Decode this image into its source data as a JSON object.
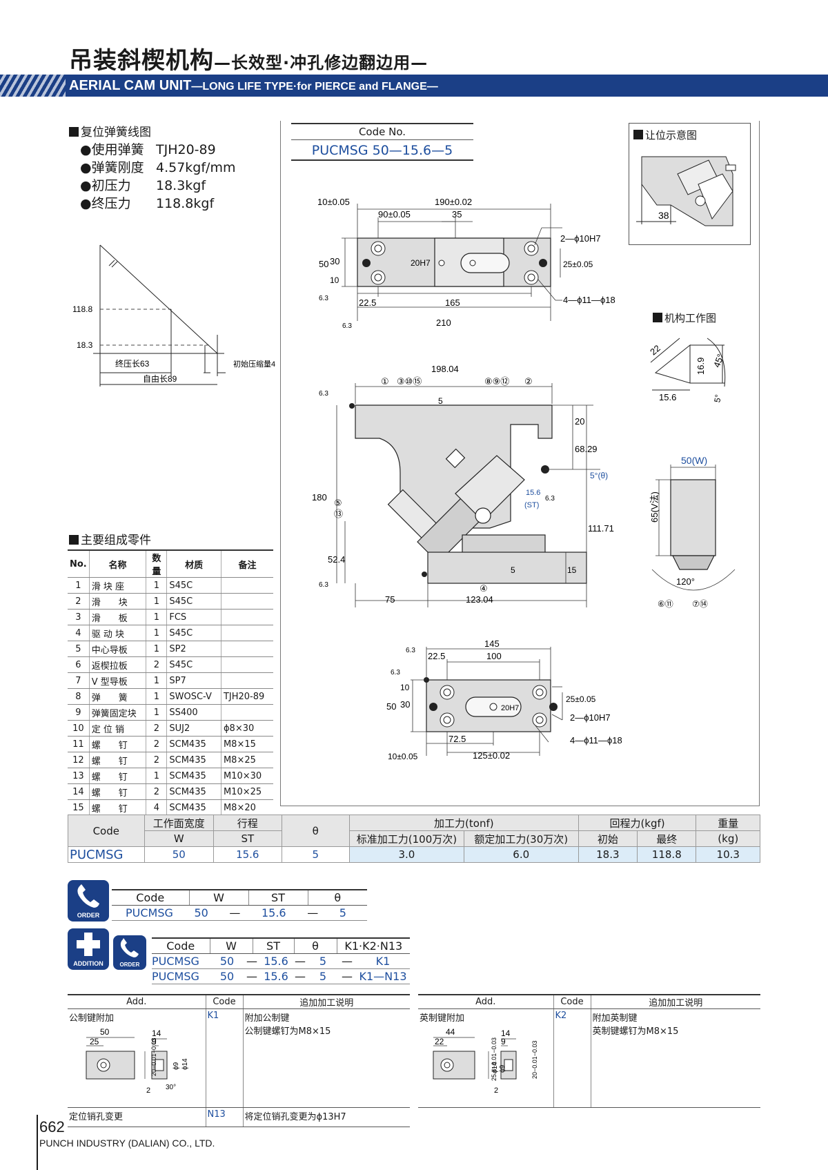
{
  "header": {
    "title_cn": "吊装斜楔机构",
    "title_cn_sub": "—长效型·冲孔修边翻边用—",
    "title_en": "AERIAL CAM UNIT",
    "title_en_sub": "—LONG LIFE TYPE·for PIERCE and FLANGE—"
  },
  "spring": {
    "section_title": "复位弹簧线图",
    "items": [
      {
        "label": "●使用弹簧",
        "value": "TJH20-89"
      },
      {
        "label": "●弹簧刚度",
        "value": "4.57kgf/mm"
      },
      {
        "label": "●初压力",
        "value": "18.3kgf"
      },
      {
        "label": "●终压力",
        "value": "118.8kgf"
      }
    ],
    "graph": {
      "y_high": "118.8",
      "y_low": "18.3",
      "final_len": "终压长63",
      "init_comp": "初始压缩量4",
      "free_len": "自由长89"
    }
  },
  "code_no": {
    "label": "Code No.",
    "value": "PUCMSG 50—15.6—5"
  },
  "clearance": {
    "title": "让位示意图",
    "dim": "38"
  },
  "working": {
    "title": "机构工作图",
    "dims": [
      "22",
      "16.9",
      "45°",
      "15.6",
      "5°"
    ]
  },
  "side": {
    "w_label": "50(W)",
    "v_label": "65(V法)",
    "angle": "120°",
    "callouts": [
      "⑥⑪",
      "⑦⑭"
    ]
  },
  "top_view": {
    "dims": [
      "10±0.05",
      "190±0.02",
      "90±0.05",
      "35",
      "2—ϕ10H7",
      "50",
      "30",
      "10",
      "20H7",
      "25±0.05",
      "4—ϕ11—ϕ18",
      "6.3",
      "22.5",
      "165",
      "210",
      "6.3"
    ]
  },
  "front_view": {
    "dims": [
      "198.04",
      "①",
      "③⑩⑮",
      "⑧⑨⑫",
      "②",
      "6.3",
      "5",
      "20",
      "68.29",
      "5°(θ)",
      "180",
      "⑤",
      "⑬",
      "15.6",
      "(ST)",
      "6.3",
      "111.71",
      "52.4",
      "5",
      "15",
      "④",
      "6.3",
      "75",
      "123.04"
    ]
  },
  "bottom_view": {
    "dims": [
      "145",
      "6.3",
      "22.5",
      "100",
      "6.3",
      "25±0.05",
      "50",
      "30",
      "10",
      "20H7",
      "2—ϕ10H7",
      "72.5",
      "4—ϕ11—ϕ18",
      "10±0.05",
      "125±0.02"
    ]
  },
  "parts": {
    "title": "主要组成零件",
    "headers": [
      "No.",
      "名称",
      "数量",
      "材质",
      "备注"
    ],
    "rows": [
      [
        "1",
        "滑 块 座",
        "1",
        "S45C",
        ""
      ],
      [
        "2",
        "滑　　块",
        "1",
        "S45C",
        ""
      ],
      [
        "3",
        "滑　　板",
        "1",
        "FCS",
        ""
      ],
      [
        "4",
        "驱 动 块",
        "1",
        "S45C",
        ""
      ],
      [
        "5",
        "中心导板",
        "1",
        "SP2",
        ""
      ],
      [
        "6",
        "返楔拉板",
        "2",
        "S45C",
        ""
      ],
      [
        "7",
        "V 型导板",
        "1",
        "SP7",
        ""
      ],
      [
        "8",
        "弹　　簧",
        "1",
        "SWOSC-V",
        "TJH20-89"
      ],
      [
        "9",
        "弹簧固定块",
        "1",
        "SS400",
        ""
      ],
      [
        "10",
        "定 位 销",
        "2",
        "SUJ2",
        "ϕ8×30"
      ],
      [
        "11",
        "螺　　钉",
        "2",
        "SCM435",
        "M8×15"
      ],
      [
        "12",
        "螺　　钉",
        "2",
        "SCM435",
        "M8×25"
      ],
      [
        "13",
        "螺　　钉",
        "1",
        "SCM435",
        "M10×30"
      ],
      [
        "14",
        "螺　　钉",
        "2",
        "SCM435",
        "M10×25"
      ],
      [
        "15",
        "螺　　钉",
        "4",
        "SCM435",
        "M8×20"
      ]
    ]
  },
  "spec": {
    "h_code": "Code",
    "h_w1": "工作面宽度",
    "h_w2": "W",
    "h_st1": "行程",
    "h_st2": "ST",
    "h_theta": "θ",
    "h_force": "加工力(tonf)",
    "h_force_std": "标准加工力(100万次)",
    "h_force_rated": "额定加工力(30万次)",
    "h_return": "回程力(kgf)",
    "h_ret_init": "初始",
    "h_ret_final": "最终",
    "h_weight1": "重量",
    "h_weight2": "(kg)",
    "row": [
      "PUCMSG",
      "50",
      "15.6",
      "5",
      "3.0",
      "6.0",
      "18.3",
      "118.8",
      "10.3"
    ]
  },
  "order1": {
    "badge": "ORDER",
    "headers": [
      "Code",
      "W",
      "ST",
      "θ"
    ],
    "row": [
      "PUCMSG",
      "50",
      "—",
      "15.6",
      "—",
      "5"
    ]
  },
  "order2": {
    "badge_add": "ADDITION",
    "badge_order": "ORDER",
    "headers": [
      "Code",
      "W",
      "ST",
      "θ",
      "K1·K2·N13"
    ],
    "rows": [
      [
        "PUCMSG",
        "50",
        "—",
        "15.6",
        "—",
        "5",
        "—",
        "K1"
      ],
      [
        "PUCMSG",
        "50",
        "—",
        "15.6",
        "—",
        "5",
        "—",
        "K1—N13"
      ]
    ]
  },
  "add_left": {
    "headers": [
      "Add.",
      "Code",
      "追加加工说明"
    ],
    "r1_name": "公制键附加",
    "r1_code": "K1",
    "r1_desc1": "附加公制键",
    "r1_desc2": "公制键螺钉为M8×15",
    "r1_dims": [
      "50",
      "25",
      "14",
      "9",
      "20−0.01−0.03",
      "ϕ9",
      "ϕ14",
      "30°",
      "2"
    ],
    "r2_name": "定位销孔变更",
    "r2_code": "N13",
    "r2_desc": "将定位销孔变更为ϕ13H7"
  },
  "add_right": {
    "headers": [
      "Add.",
      "Code",
      "追加加工说明"
    ],
    "r1_name": "英制键附加",
    "r1_code": "K2",
    "r1_desc1": "附加英制键",
    "r1_desc2": "英制键螺钉为M8×15",
    "r1_dims": [
      "44",
      "22",
      "14",
      "9",
      "25.4−0.01−0.03",
      "ϕ14",
      "ϕ9",
      "20−0.01−0.03",
      "2"
    ]
  },
  "footer": {
    "page": "662",
    "company": "PUNCH INDUSTRY (DALIAN) CO., LTD."
  }
}
